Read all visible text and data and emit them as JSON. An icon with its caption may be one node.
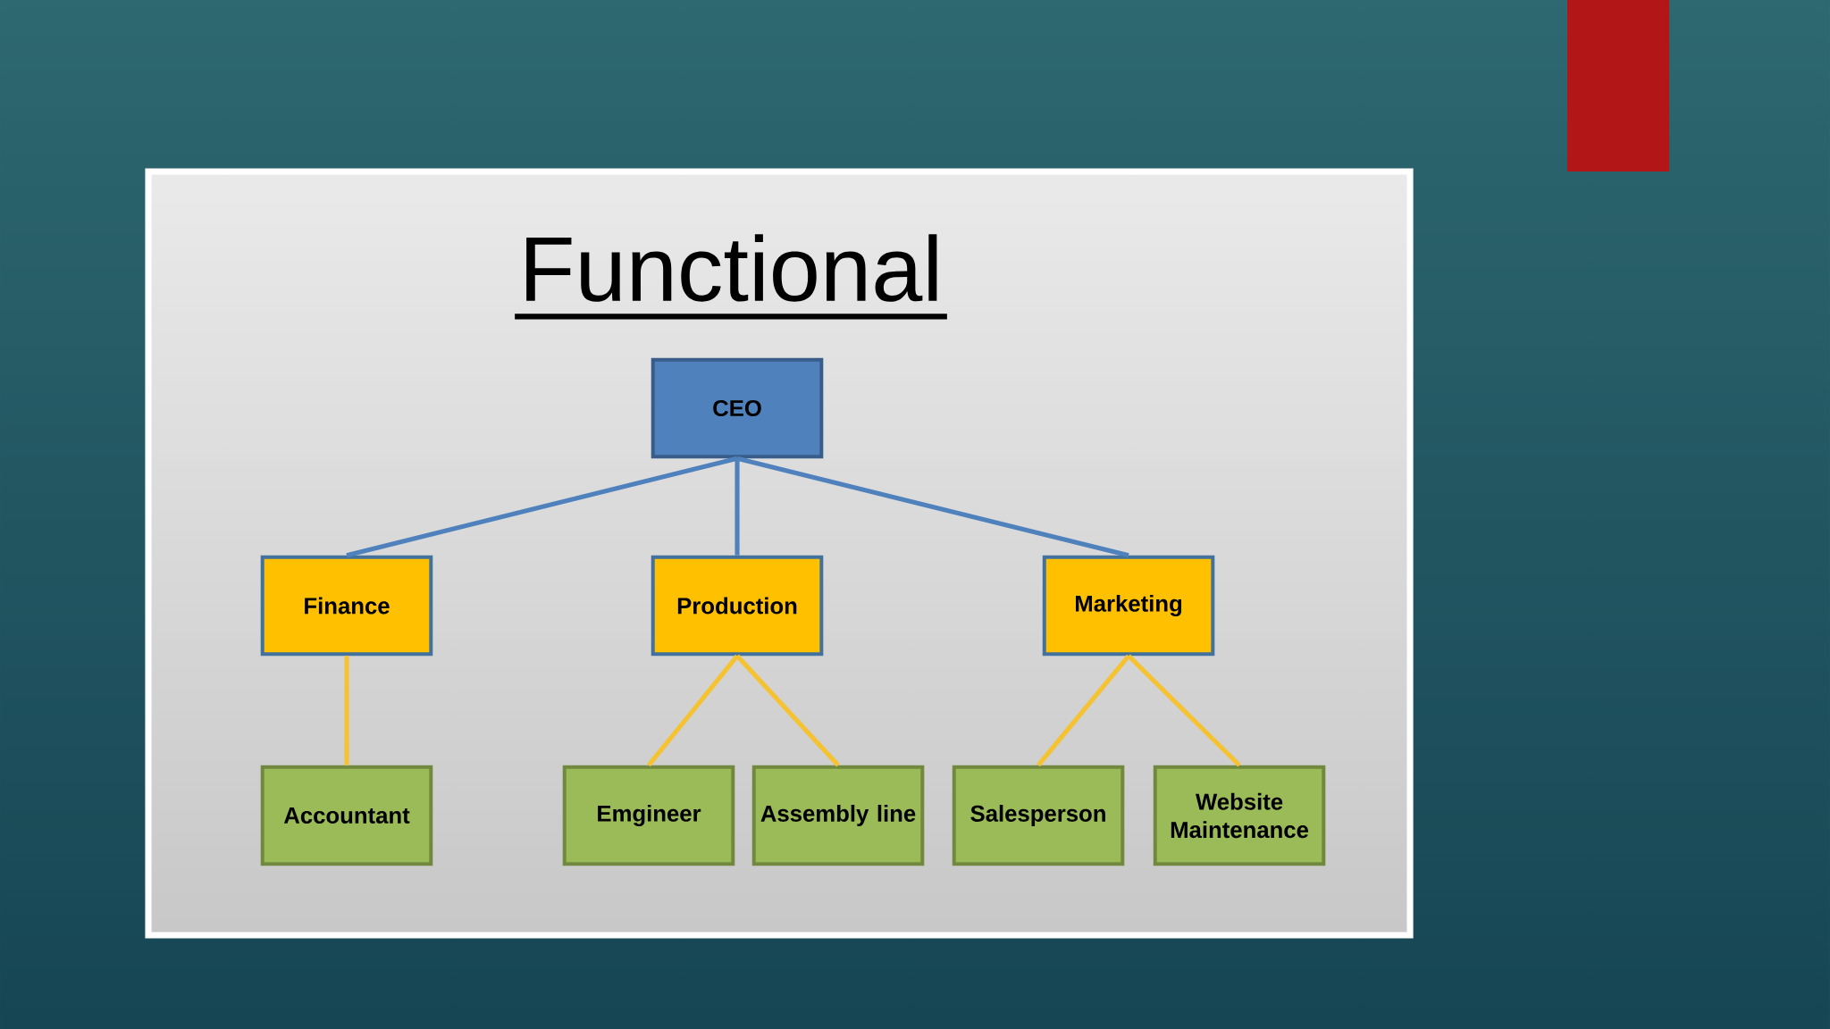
{
  "diagram": {
    "title": "Functional",
    "nodes": [
      {
        "text": [
          "CEO"
        ]
      },
      {
        "text": [
          "Finance"
        ]
      },
      {
        "text": [
          "Production"
        ]
      },
      {
        "text": [
          "Marketing"
        ]
      },
      {
        "text": [
          "Accountant"
        ]
      },
      {
        "text": [
          "Emgineer"
        ]
      },
      {
        "text": [
          "Assembly line"
        ]
      },
      {
        "text": [
          "Salesperson"
        ]
      },
      {
        "text": [
          "Website Maintenance"
        ]
      }
    ],
    "edges": [
      {
        "from": 0,
        "to": 1,
        "arrow": "none",
        "color": "#4f81bd"
      },
      {
        "from": 0,
        "to": 2,
        "arrow": "none",
        "color": "#4f81bd"
      },
      {
        "from": 0,
        "to": 3,
        "arrow": "none",
        "color": "#4f81bd"
      },
      {
        "from": 1,
        "to": 4,
        "arrow": "none"
      },
      {
        "from": 2,
        "to": 5,
        "arrow": "none"
      },
      {
        "from": 2,
        "to": 6,
        "arrow": "none"
      },
      {
        "from": 3,
        "to": 7,
        "arrow": "none"
      },
      {
        "from": 3,
        "to": 8,
        "arrow": "none"
      }
    ]
  }
}
